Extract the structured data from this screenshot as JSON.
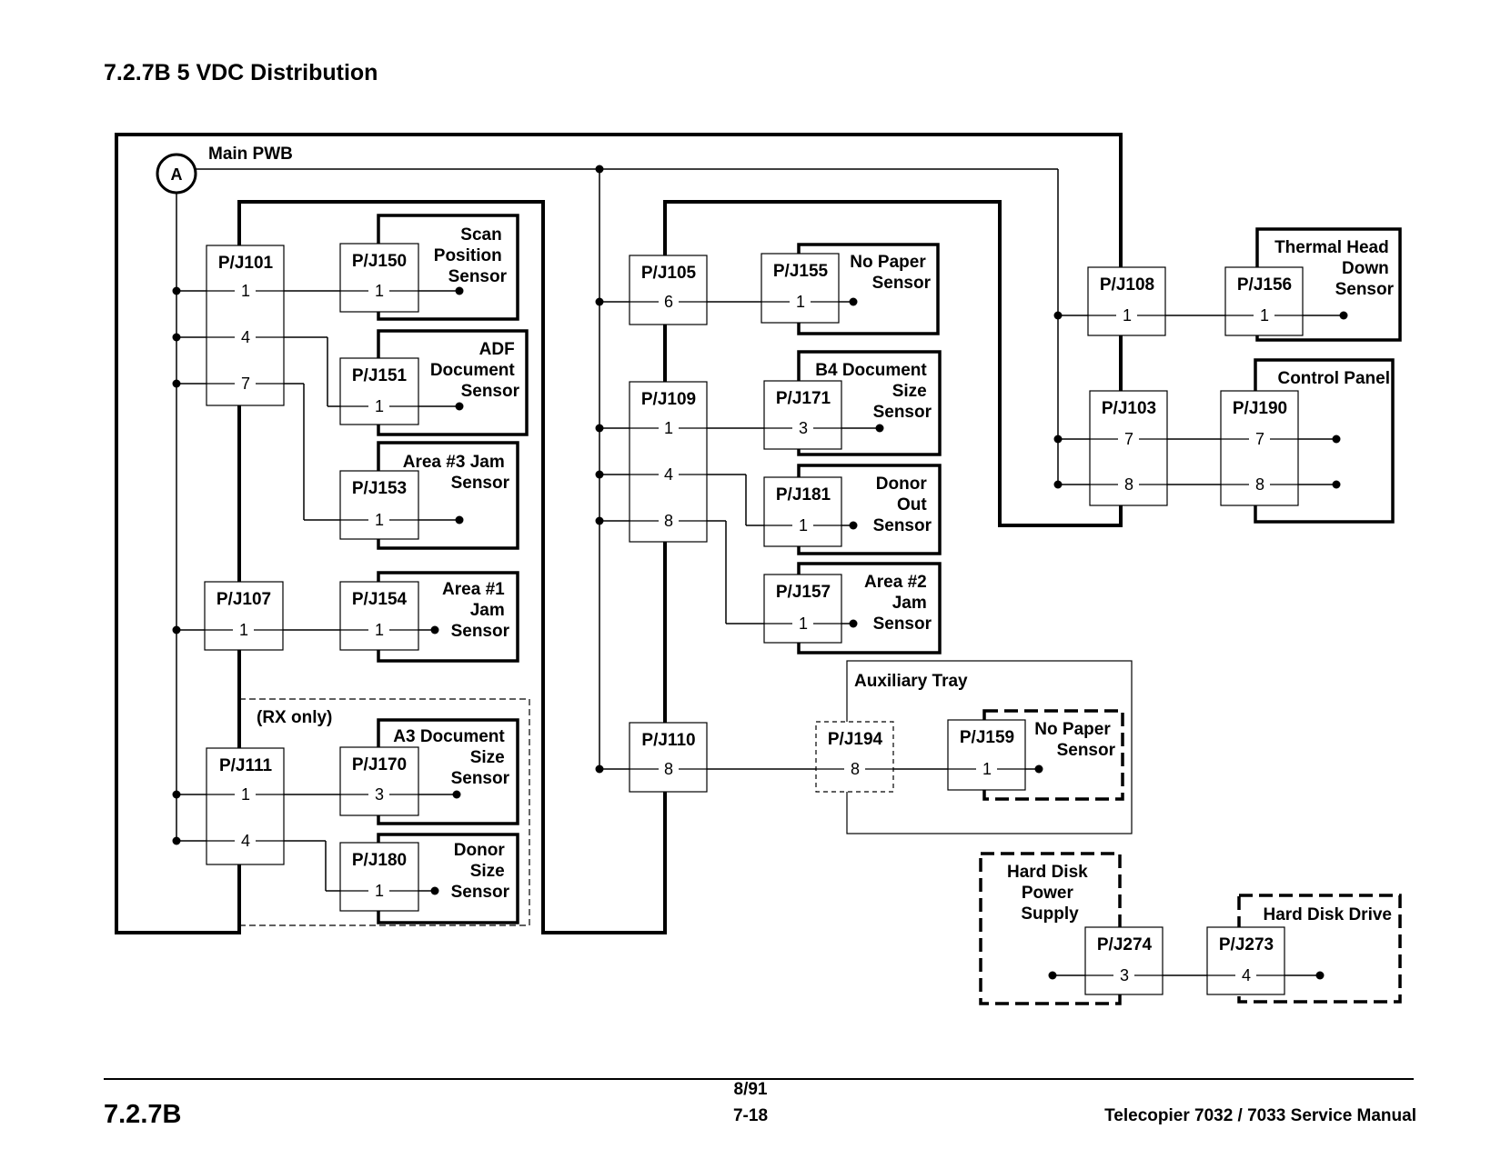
{
  "title": "7.2.7B  5 VDC Distribution",
  "diagram": {
    "main_pwb": "Main PWB",
    "node_a": "A",
    "connectors": {
      "pj101": "P/J101",
      "pj150": "P/J150",
      "pj151": "P/J151",
      "pj153": "P/J153",
      "pj107": "P/J107",
      "pj154": "P/J154",
      "pj111": "P/J111",
      "pj170": "P/J170",
      "pj180": "P/J180",
      "pj105": "P/J105",
      "pj155": "P/J155",
      "pj109": "P/J109",
      "pj171": "P/J171",
      "pj181": "P/J181",
      "pj157": "P/J157",
      "pj110": "P/J110",
      "pj194": "P/J194",
      "pj159": "P/J159",
      "pj108": "P/J108",
      "pj156": "P/J156",
      "pj103": "P/J103",
      "pj190": "P/J190",
      "pj274": "P/J274",
      "pj273": "P/J273"
    },
    "pins": {
      "pj101": [
        "1",
        "4",
        "7"
      ],
      "pj150": [
        "1"
      ],
      "pj151": [
        "1"
      ],
      "pj153": [
        "1"
      ],
      "pj107": [
        "1"
      ],
      "pj154": [
        "1"
      ],
      "pj111": [
        "1",
        "4"
      ],
      "pj170": [
        "3"
      ],
      "pj180": [
        "1"
      ],
      "pj105": [
        "6"
      ],
      "pj155": [
        "1"
      ],
      "pj109": [
        "1",
        "4",
        "8"
      ],
      "pj171": [
        "3"
      ],
      "pj181": [
        "1"
      ],
      "pj157": [
        "1"
      ],
      "pj110": [
        "8"
      ],
      "pj194": [
        "8"
      ],
      "pj159": [
        "1"
      ],
      "pj108": [
        "1"
      ],
      "pj156": [
        "1"
      ],
      "pj103": [
        "7",
        "8"
      ],
      "pj190": [
        "7",
        "8"
      ],
      "pj274": [
        "3"
      ],
      "pj273": [
        "4"
      ]
    },
    "sensors": {
      "scan_position": [
        "Scan",
        "Position",
        "Sensor"
      ],
      "adf_document": [
        "ADF",
        "Document",
        "Sensor"
      ],
      "area3_jam": [
        "Area #3 Jam",
        "Sensor"
      ],
      "area1_jam": [
        "Area  #1",
        "Jam",
        "Sensor"
      ],
      "a3_document_size": [
        "A3 Document",
        "Size",
        "Sensor"
      ],
      "donor_size": [
        "Donor",
        "Size",
        "Sensor"
      ],
      "no_paper": [
        "No Paper",
        "Sensor"
      ],
      "b4_document_size": [
        "B4 Document",
        "Size",
        "Sensor"
      ],
      "donor_out": [
        "Donor",
        "Out",
        "Sensor"
      ],
      "area2_jam": [
        "Area  #2",
        "Jam",
        "Sensor"
      ],
      "thermal_head_down": [
        "Thermal Head",
        "Down",
        "Sensor"
      ],
      "tray_no_paper": [
        "No Paper",
        "Sensor"
      ]
    },
    "control_panel": "Control Panel",
    "auxiliary_tray": "Auxiliary Tray",
    "rx_only": "(RX only)",
    "hard_disk_power_supply": [
      "Hard Disk",
      "Power",
      "Supply"
    ],
    "hard_disk_drive": "Hard Disk Drive"
  },
  "footer": {
    "section": "7.2.7B",
    "date": "8/91",
    "page": "7-18",
    "manual": "Telecopier 7032 / 7033 Service Manual"
  }
}
